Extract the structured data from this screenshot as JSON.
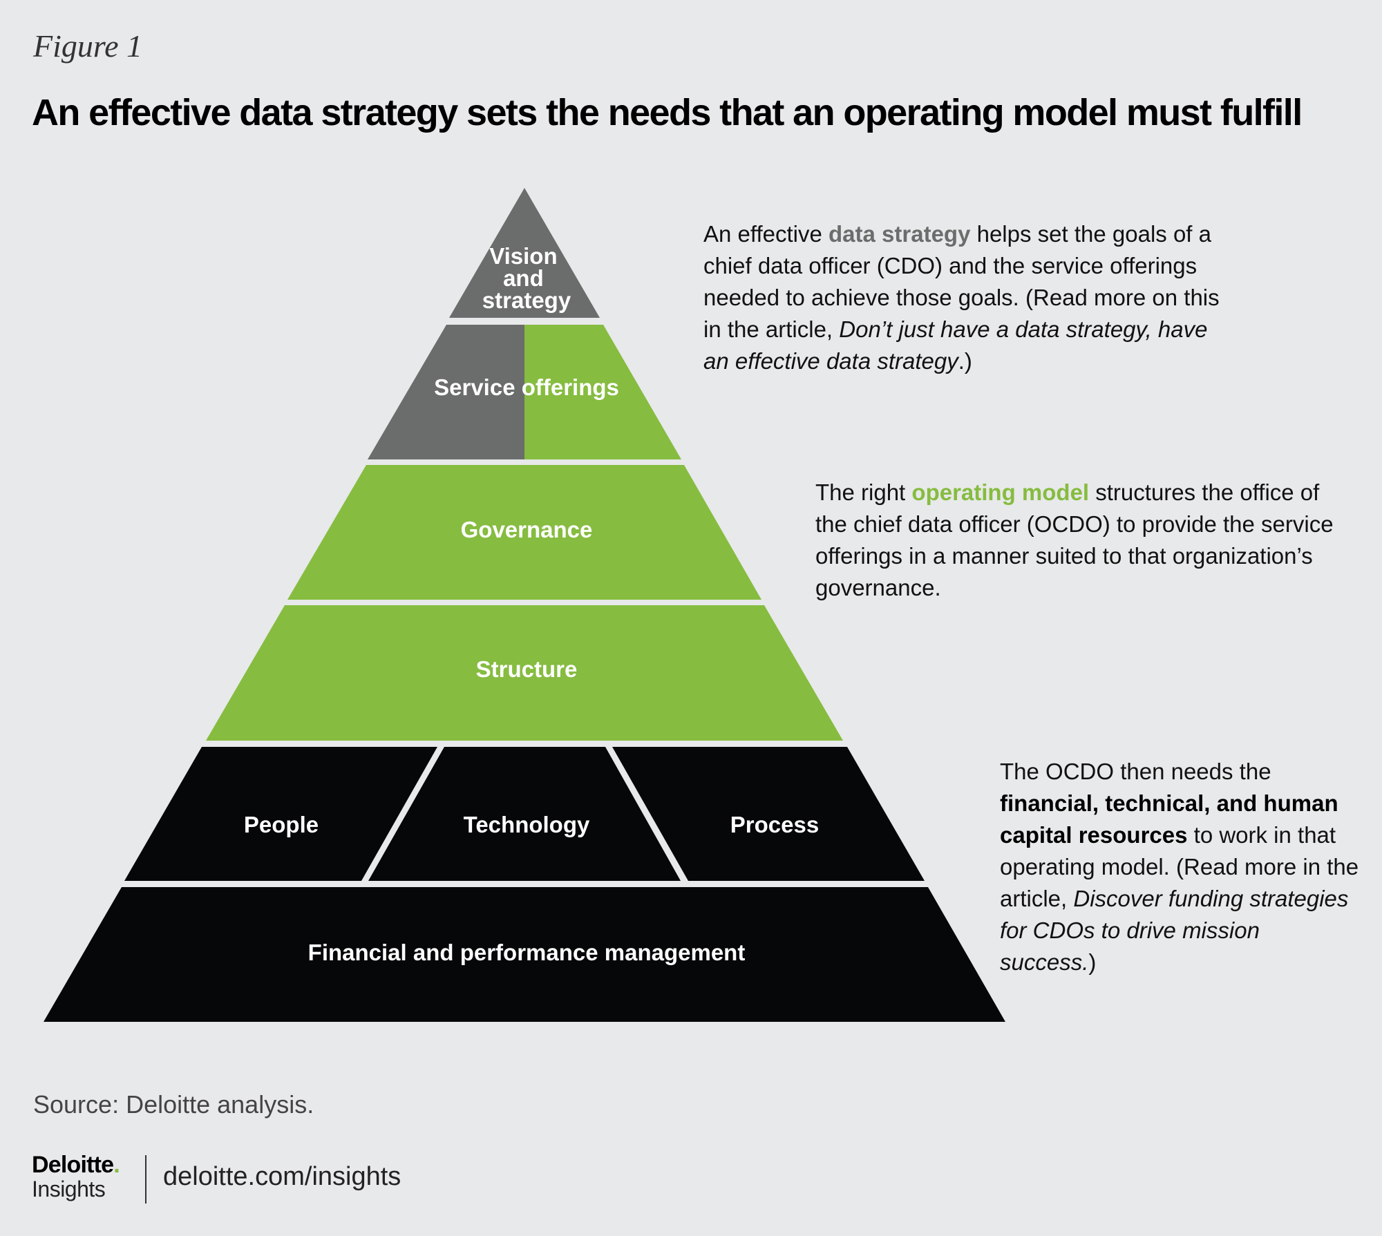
{
  "figure_label": "Figure 1",
  "title": "An effective data strategy sets the needs that an operating model must fulfill",
  "colors": {
    "gray": "#6b6d6c",
    "green": "#86bc40",
    "black": "#050708",
    "divider": "#e8e9ea",
    "background": "#e8e9ea"
  },
  "pyramid": {
    "vision_lines": [
      "Vision",
      "and",
      "strategy"
    ],
    "service_offerings": "Service offerings",
    "governance": "Governance",
    "structure": "Structure",
    "people": "People",
    "technology": "Technology",
    "process": "Process",
    "financial": "Financial and performance management"
  },
  "notes": {
    "note1": {
      "pre": "An effective ",
      "highlight": "data strategy",
      "mid": " helps set the goals of a chief data officer (CDO) and the service offerings needed to achieve those goals. (Read more on this in the article, ",
      "italic": "Don’t just have a data strategy, have an effective data strategy",
      "post": ".)"
    },
    "note2": {
      "pre": "The right ",
      "highlight": "operating model",
      "post": " structures the office of the chief data officer (OCDO) to provide the service offerings in a manner suited to that organization’s governance."
    },
    "note3": {
      "pre": "The OCDO then needs the ",
      "highlight": "financial, technical, and human capital resources",
      "mid": " to work in that operating model. (Read more in the article, ",
      "italic": "Discover funding strategies for CDOs to drive mission success.",
      "post": ")"
    }
  },
  "source": "Source: Deloitte analysis.",
  "footer": {
    "brand": "Deloitte",
    "brand_dot": ".",
    "sub": "Insights",
    "url": "deloitte.com/insights"
  }
}
